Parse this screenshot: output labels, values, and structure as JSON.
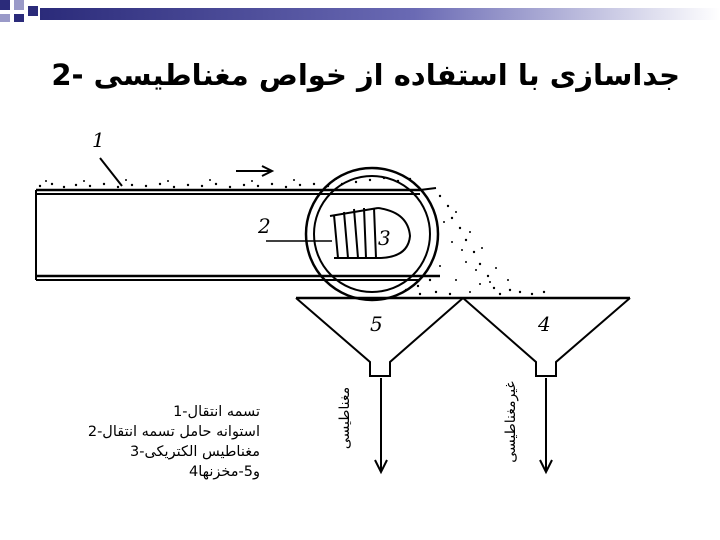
{
  "slide": {
    "title": "جداسازی با استفاده از خواص مغناطیسی -2",
    "accent_color": "#3a3a8c"
  },
  "diagram": {
    "labels": {
      "belt": "1",
      "drum": "2",
      "magnet": "3",
      "bin_nonmagnetic": "4",
      "bin_magnetic": "5",
      "outlet_magnetic": "مغناطیسی",
      "outlet_nonmagnetic": "غیرمغناطیسی"
    }
  },
  "legend": {
    "items": [
      "تسمه انتقال-1",
      "استوانه حامل تسمه انتقال-2",
      "مغناطیس الکتریکی-3",
      "و5-مخزنها4"
    ]
  }
}
